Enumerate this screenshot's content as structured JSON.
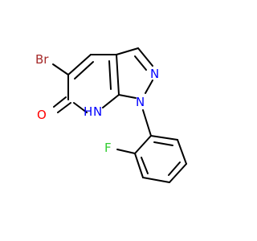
{
  "molecule": {
    "atoms": {
      "br": {
        "symbol": "Br",
        "color": "#a52a2a"
      },
      "o": {
        "symbol": "O",
        "color": "#ff0000"
      },
      "n_pyrazole": {
        "symbol": "N",
        "color": "#0000ff"
      },
      "n1": {
        "symbol": "N",
        "color": "#0000ff"
      },
      "nh": {
        "symbol": "NH",
        "color": "#0000ff",
        "h": "H"
      },
      "f": {
        "symbol": "F",
        "color": "#32cd32"
      }
    },
    "bond_color": "#000000"
  }
}
